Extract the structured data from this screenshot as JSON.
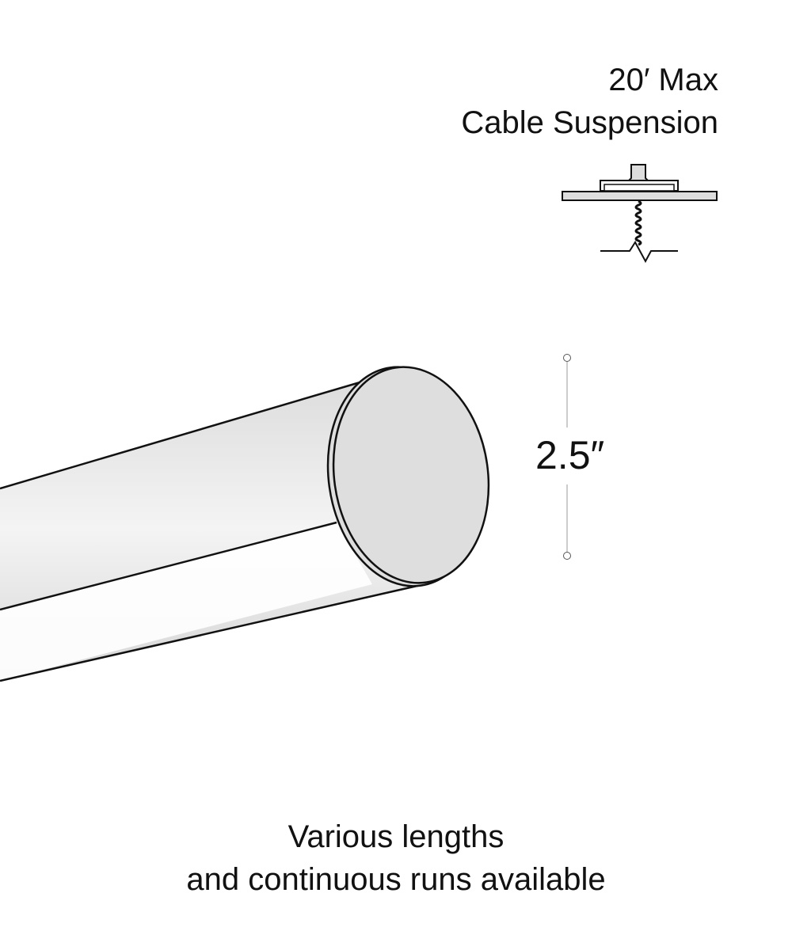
{
  "mount": {
    "line1": "20′ Max",
    "line2": "Cable Suspension",
    "icon": "cable-mount-icon"
  },
  "dimension": {
    "label": "2.5″"
  },
  "footer": {
    "line1": "Various lengths",
    "line2": "and continuous runs available"
  },
  "colors": {
    "fill": "#e0e0e0",
    "stroke": "#111111",
    "dim_line": "#999999"
  }
}
